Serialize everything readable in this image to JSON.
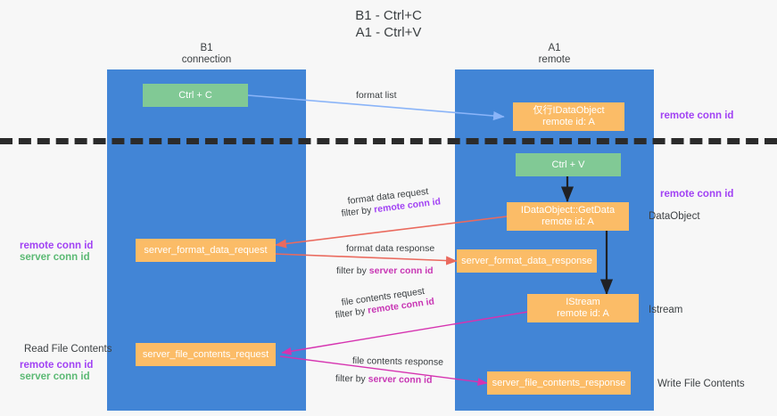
{
  "title": {
    "line1": "B1 - Ctrl+C",
    "line2": "A1 - Ctrl+V"
  },
  "columns": [
    {
      "name": "B1",
      "role": "connection"
    },
    {
      "name": "A1",
      "role": "remote"
    }
  ],
  "nodes": {
    "ctrl_c": {
      "line1": "Ctrl + C",
      "line2": ""
    },
    "ctrl_v": {
      "line1": "Ctrl + V",
      "line2": ""
    },
    "idataobject_top": {
      "line1": "仅行IDataObject",
      "line2": "remote id: A"
    },
    "getdata": {
      "line1": "IDataObject::GetData",
      "line2": "remote id: A"
    },
    "istream": {
      "line1": "IStream",
      "line2": "remote id: A"
    },
    "server_format_data_request": {
      "line1": "server_format_data_request",
      "line2": ""
    },
    "server_format_data_response": {
      "line1": "server_format_data_response",
      "line2": ""
    },
    "server_file_contents_request": {
      "line1": "server_file_contents_request",
      "line2": ""
    },
    "server_file_contents_response": {
      "line1": "server_file_contents_response",
      "line2": ""
    }
  },
  "edge_labels": {
    "format_list": "format list",
    "format_data_request": "format data request",
    "format_data_request_filter_prefix": "filter by ",
    "format_data_request_filter_key": "remote conn id",
    "format_data_response": "format data response",
    "format_data_response_filter_prefix": "filter by ",
    "format_data_response_filter_key": "server conn id",
    "file_contents_request": "file contents request",
    "file_contents_request_filter_prefix": "filter by ",
    "file_contents_request_filter_key": "remote conn id",
    "file_contents_response": "file contents response",
    "file_contents_response_filter_prefix": "filter by ",
    "file_contents_response_filter_key": "server conn id"
  },
  "annotations": {
    "right_remote_conn_id_top": "remote conn id",
    "right_remote_conn_id_mid": "remote conn id",
    "right_dataobject": "DataObject",
    "right_istream": "Istream",
    "right_write_file_contents": "Write File Contents",
    "left_remote_conn_id_mid": "remote conn id",
    "left_server_conn_id_mid": "server conn id",
    "left_read_file_contents": "Read File Contents",
    "left_remote_conn_id_bottom": "remote conn id",
    "left_server_conn_id_bottom": "server conn id"
  },
  "colors": {
    "lane": "#4285d6",
    "green_node": "#81c995",
    "orange_node": "#fbbc67",
    "purple_key": "#a142f4",
    "green_key": "#5bb974",
    "pink_key": "#c836b4",
    "arrow_blue": "#8ab4f8",
    "arrow_red": "#ea6a5e",
    "arrow_magenta": "#d633b0",
    "arrow_black": "#202124",
    "divider": "#2b2b2b"
  }
}
